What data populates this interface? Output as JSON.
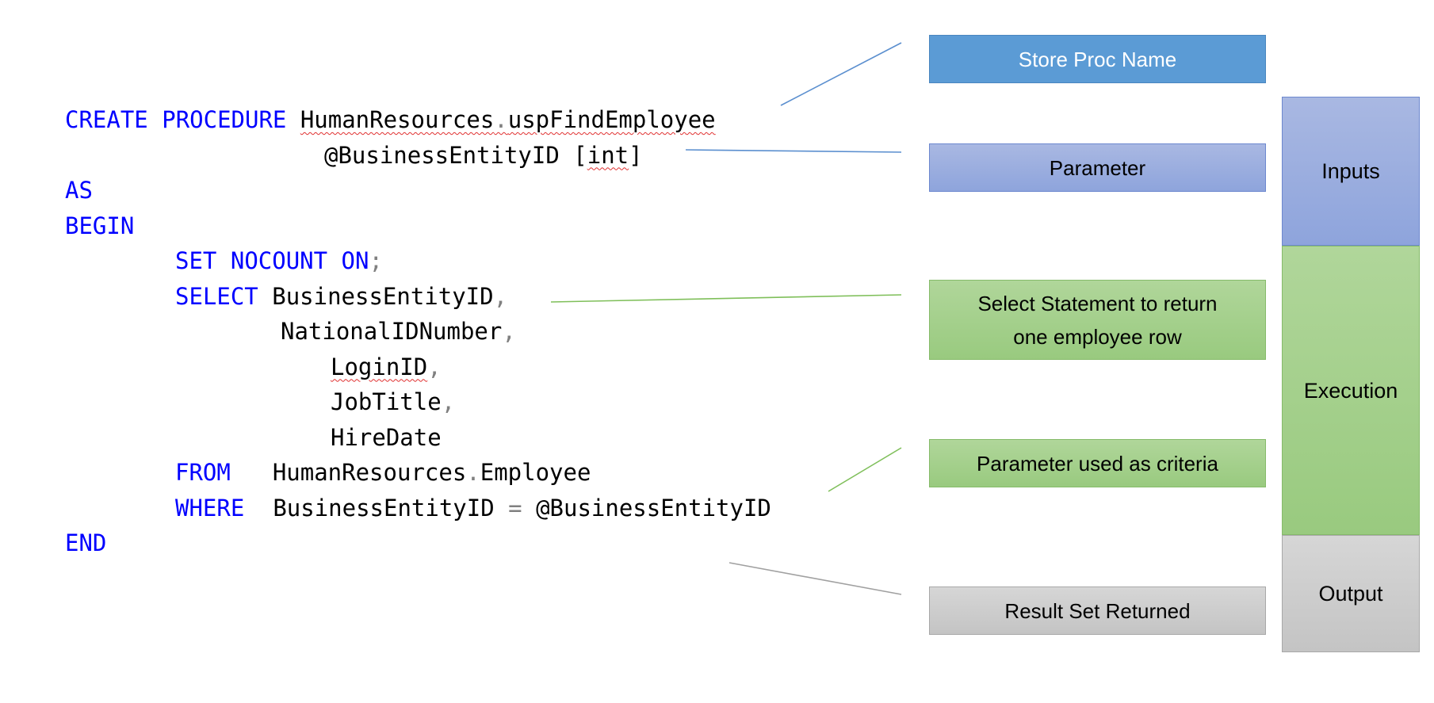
{
  "code": {
    "create": "CREATE",
    "procedure": "PROCEDURE",
    "proc_schema": "HumanResources",
    "dot": ".",
    "proc_name": "uspFindEmployee",
    "param_name": "@BusinessEntityID [",
    "param_type": "int",
    "param_close": "]",
    "as": "AS",
    "begin": "BEGIN",
    "set": "SET",
    "nocount": "NOCOUNT",
    "on": "ON",
    "semicolon": ";",
    "select": "SELECT",
    "col1": "BusinessEntityID",
    "col2": "NationalIDNumber",
    "col3": "LoginID",
    "col4": "JobTitle",
    "col5": "HireDate",
    "comma": ",",
    "from": "FROM",
    "table_schema": "HumanResources",
    "table_name": "Employee",
    "where": "WHERE",
    "where_col": "BusinessEntityID",
    "equals": "=",
    "where_param": "@BusinessEntityID",
    "end": "END"
  },
  "callouts": {
    "proc_name": "Store Proc Name",
    "parameter": "Parameter",
    "select_line1": "Select Statement to return",
    "select_line2": "one employee row",
    "criteria": "Parameter used as criteria",
    "result": "Result Set Returned"
  },
  "sections": {
    "inputs": "Inputs",
    "execution": "Execution",
    "output": "Output"
  },
  "colors": {
    "keyword": "#0000ff",
    "blue_box": "#5b9bd5",
    "lavender_box": "#8ea4dc",
    "green_box": "#a6d08d",
    "gray_box": "#cccccc"
  }
}
